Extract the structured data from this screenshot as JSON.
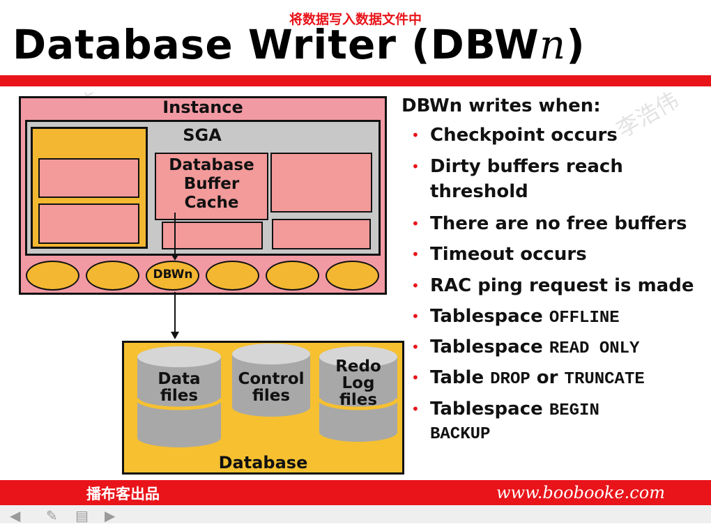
{
  "banner": "将数据写入数据文件中",
  "title": {
    "main": "Database Writer (DBW",
    "italic": "n",
    "close": ")"
  },
  "diagram": {
    "instance_label": "Instance",
    "sga_label": "SGA",
    "db_buffer_cache": [
      "Database",
      "Buffer",
      "Cache"
    ],
    "dbwn_label": "DBWn",
    "database_label": "Database",
    "cylinders": [
      {
        "line1": "Data",
        "line2": "files",
        "line3": ""
      },
      {
        "line1": "Control",
        "line2": "files",
        "line3": ""
      },
      {
        "line1": "Redo",
        "line2": "Log",
        "line3": "files"
      }
    ]
  },
  "bullets_title": "DBWn writes when:",
  "bullets": {
    "b1": "Checkpoint occurs",
    "b2a": "Dirty buffers reach",
    "b2b": "threshold",
    "b3": "There are no free buffers",
    "b4": "Timeout occurs",
    "b5": "RAC ping request is made",
    "b6_text": "Tablespace ",
    "b6_code": "OFFLINE",
    "b7_text": "Tablespace ",
    "b7_code": "READ ONLY",
    "b8_text1": "Table ",
    "b8_code1": "DROP",
    "b8_text2": " or ",
    "b8_code2": "TRUNCATE",
    "b9_text": "Tablespace ",
    "b9_code1": "BEGIN",
    "b9_code2": "BACKUP"
  },
  "footer": {
    "left": "播布客出品",
    "right": "www.boobooke.com"
  },
  "watermark": "李浩伟",
  "colors": {
    "accent_red": "#e8141a",
    "instance_pink": "#f29aa4",
    "sga_gray": "#c8c8c8",
    "pool_yellow": "#f3b731"
  }
}
